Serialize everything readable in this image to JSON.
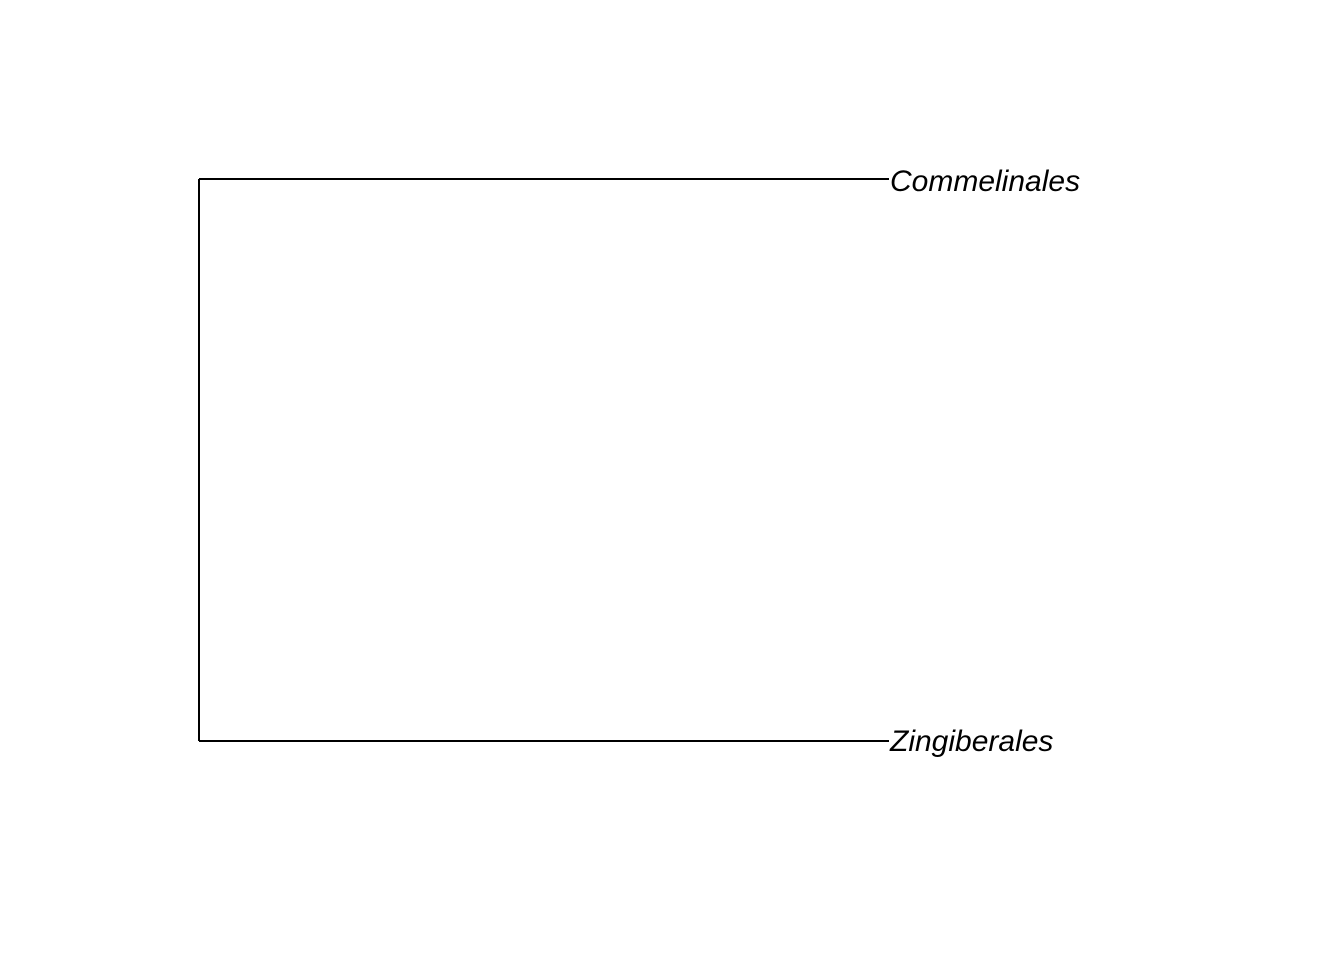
{
  "tree": {
    "type": "phylogram",
    "orientation": "left-to-right",
    "line_color": "#000000",
    "background": "#ffffff",
    "tips": [
      {
        "label": "Commelinales"
      },
      {
        "label": "Zingiberales"
      }
    ]
  }
}
